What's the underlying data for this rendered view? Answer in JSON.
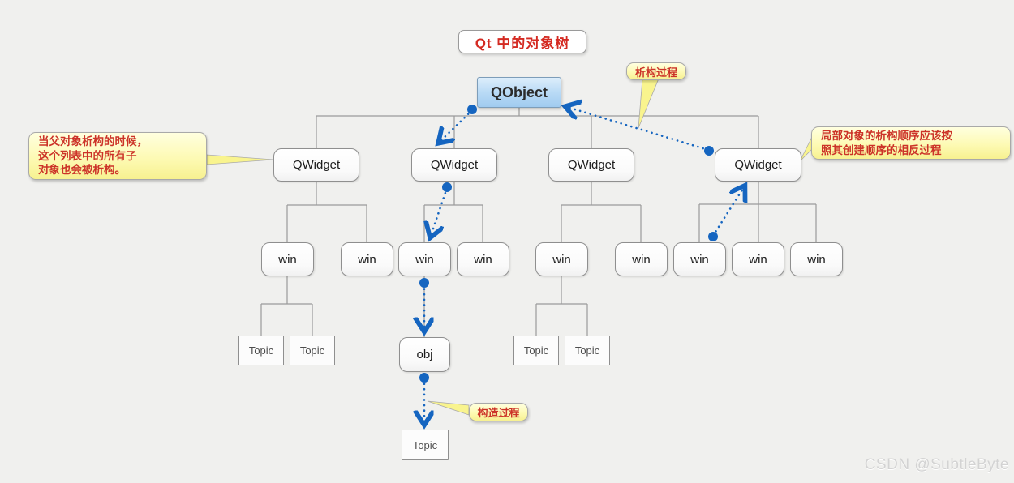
{
  "title": "Qt 中的对象树",
  "nodes": {
    "qobject": "QObject",
    "qwidget": "QWidget",
    "win": "win",
    "obj": "obj",
    "topic": "Topic"
  },
  "callouts": {
    "parent_destroy": "当父对象析构的时候，\n这个列表中的所有子\n对象也会被析构。",
    "destructor_label": "析构过程",
    "local_order": "局部对象的析构顺序应该按\n照其创建顺序的相反过程",
    "constructor_label": "构造过程"
  },
  "watermark": "CSDN @SubtleByte",
  "colors": {
    "background": "#f0f0ee",
    "arrow_blue": "#1565c0",
    "connector_gray": "#9a9a9a",
    "callout_yellow": "#fdfab4",
    "callout_text_red": "#cc3328",
    "title_red": "#d42a22",
    "qobject_fill": "#a0cbf0",
    "node_border": "#8f8f8f"
  }
}
